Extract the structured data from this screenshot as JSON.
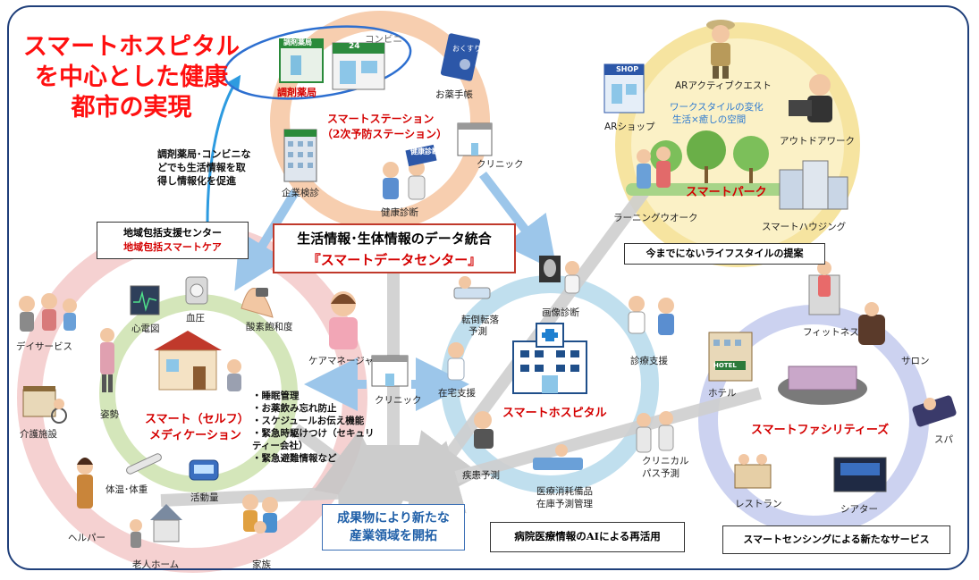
{
  "title": {
    "line1": "スマートホスピタル",
    "line2": "を中心とした健康",
    "line3": "都市の実現"
  },
  "note": {
    "line1": "調剤薬局･コンビニな",
    "line2": "どでも生活情報を取",
    "line3": "得し情報化を促進"
  },
  "center_box": {
    "line1": "生活情報･生体情報のデータ統合",
    "line2": "『スマートデータセンター』"
  },
  "chiiki_box": {
    "line1": "地域包括支援センター",
    "line2": "地域包括スマートケア"
  },
  "lifestyle_box": "今までにないライフスタイルの提案",
  "ai_box": "病院医療情報のAIによる再活用",
  "sensing_box": "スマートセンシングによる新たなサービス",
  "result_box": {
    "line1": "成果物により新たな",
    "line2": "産業領域を開拓"
  },
  "station": {
    "name_line1": "スマートステーション",
    "name_line2": "（2次予防ステーション）",
    "pharmacy": "調剤薬局",
    "convenience": "コンビニ",
    "medicine_book": "お薬手帳",
    "clinic": "クリニック",
    "company_checkup": "企業検診",
    "health_checkup": "健康診断",
    "pharmacy_sign": "調剤薬局",
    "store_sign": "24",
    "medicine_book_sign": "おくすり",
    "checkup_sign": "健康診断"
  },
  "park": {
    "name": "スマートパーク",
    "sub_line1": "ワークスタイルの変化",
    "sub_line2": "生活×癒しの空間",
    "ar_quest": "ARアクティブクエスト",
    "ar_shop": "ARショップ",
    "outdoor_work": "アウトドアワーク",
    "learning_walk": "ラーニングウオーク",
    "smart_housing": "スマートハウジング",
    "shop_sign": "SHOP"
  },
  "care": {
    "name_line1": "スマート（セルフ）",
    "name_line2": "メディケーション",
    "ecg": "心電図",
    "blood_pressure": "血圧",
    "oxygen": "酸素飽和度",
    "care_manager": "ケアマネージャ",
    "day_service": "デイサービス",
    "posture": "姿勢",
    "nursing_facility": "介護施設",
    "temp_weight": "体温･体重",
    "activity": "活動量",
    "helper": "ヘルパー",
    "elderly_home": "老人ホーム",
    "family": "家族",
    "list": [
      "・睡眠管理",
      "・お薬飲み忘れ防止",
      "・スケジュールお伝え機能",
      "・緊急時駆けつけ（セキュリ",
      "ティー会社）",
      "・緊急避難情報など"
    ]
  },
  "hospital": {
    "name": "スマートホスピタル",
    "imaging": "画像診断",
    "fall_pred_line1": "転倒転落",
    "fall_pred_line2": "予測",
    "diagnosis_support": "診療支援",
    "home_support": "在宅支援",
    "clinic": "クリニック",
    "disease_pred": "疾患予測",
    "supplies_line1": "医療消耗備品",
    "supplies_line2": "在庫予測管理",
    "clinical_path_line1": "クリニカル",
    "clinical_path_line2": "パス予測"
  },
  "facilities": {
    "name": "スマートファシリティーズ",
    "fitness": "フィットネス",
    "salon": "サロン",
    "hotel": "ホテル",
    "spa": "スパ",
    "restaurant": "レストラン",
    "theater": "シアター",
    "hotel_sign": "HOTEL"
  },
  "colors": {
    "station_ring": "#f6c9a6",
    "care_outer_ring": "#f3c9c9",
    "care_inner_ring": "#cfe3b2",
    "hospital_ring": "#b9dcec",
    "park_ring": "#f6e39b",
    "facilities_ring": "#c6cdee",
    "arrow_blue": "#9cc6ea",
    "arrow_gray": "#cfcfcf",
    "frame": "#1f3f7a",
    "title_red": "#ff1010"
  }
}
